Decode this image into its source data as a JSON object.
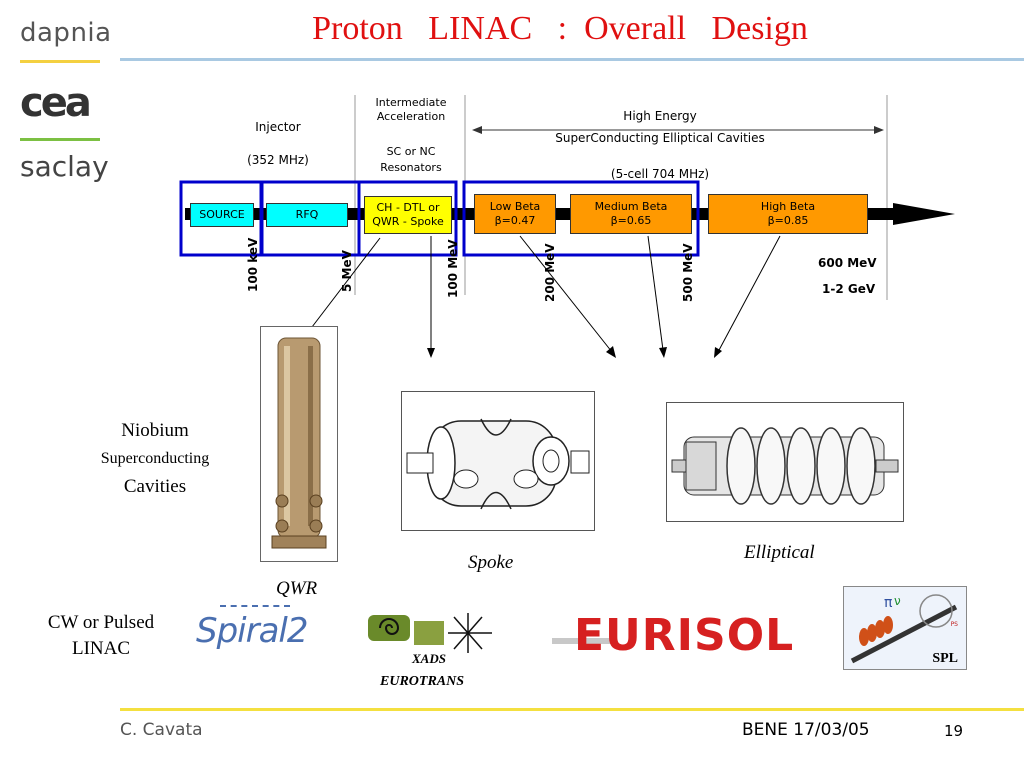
{
  "sidebar": {
    "logo1": "dapnia",
    "logo2": "cea",
    "logo3": "saclay"
  },
  "title": "Proton   LINAC   :  Overall   Design",
  "diagram": {
    "injector_label": "Injector",
    "injector_freq": "(352 MHz)",
    "intermediate_label_1": "Intermediate",
    "intermediate_label_2": "Acceleration",
    "resonators_1": "SC or NC",
    "resonators_2": "Resonators",
    "high_energy_1": "High Energy",
    "high_energy_2": "SuperConducting Elliptical Cavities",
    "cell_freq": "(5-cell  704 MHz)",
    "source": "SOURCE",
    "rfq": "RFQ",
    "ch_dtl_1": "CH - DTL or",
    "ch_dtl_2": "QWR - Spoke",
    "low_beta_1": "Low Beta",
    "low_beta_2": "β=0.47",
    "medium_beta_1": "Medium Beta",
    "medium_beta_2": "β=0.65",
    "high_beta_1": "High Beta",
    "high_beta_2": "β=0.85",
    "e1": "100 keV",
    "e2": "5 MeV",
    "e3": "100 MeV",
    "e4": "200 MeV",
    "e5": "500 MeV",
    "e6": "600 MeV",
    "e7": "1-2  GeV"
  },
  "cavities": {
    "niobium": "Niobium",
    "superconducting": "Superconducting",
    "cavities": "Cavities",
    "qwr": "QWR",
    "spoke": "Spoke",
    "elliptical": "Elliptical"
  },
  "projects": {
    "cw_1": "CW or Pulsed",
    "cw_2": "LINAC",
    "spiral2": "Spiral2",
    "xads": "XADS",
    "eurotrans": "EUROTRANS",
    "eurisol": "EURISOL",
    "spl": "SPL",
    "ps": "PS"
  },
  "footer": {
    "author": "C. Cavata",
    "event": "BENE 17/03/05",
    "page": "19"
  },
  "colors": {
    "title": "#e01010",
    "cyan_box": "#00ffff",
    "yellow_box": "#ffff00",
    "orange_box": "#ff9900",
    "frame_blue": "#0000cc"
  }
}
